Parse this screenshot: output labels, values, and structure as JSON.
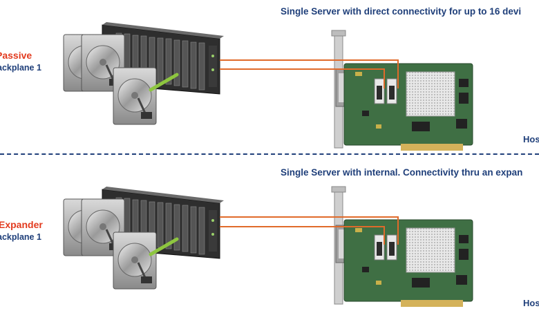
{
  "panels": [
    {
      "caption": "Single Server with direct connectivity for up to 16 devi",
      "mode": "Passive",
      "backplane": "ackplane 1",
      "host": "Hos"
    },
    {
      "caption": "Single Server with internal. Connectivity thru an expan",
      "mode": "Expander",
      "backplane": "ackplane 1",
      "host": "Hos"
    }
  ],
  "colors": {
    "caption": "#1f3f7a",
    "mode_label": "#e23a1e",
    "cable": "#e06a2a",
    "divider": "#1f3f7a",
    "pcb": "#3f6f44"
  }
}
